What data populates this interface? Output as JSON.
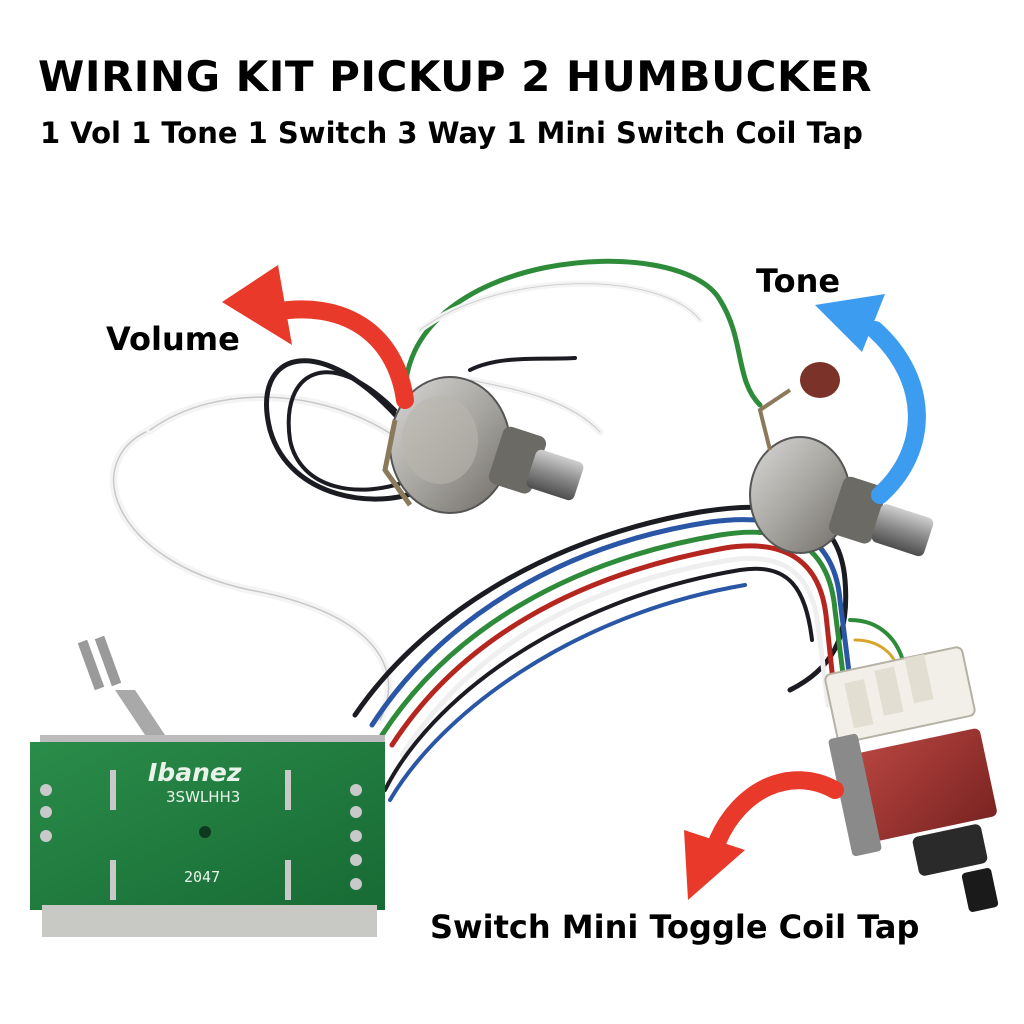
{
  "header": {
    "title": "WIRING KIT PICKUP 2 HUMBUCKER",
    "subtitle": "1 Vol 1 Tone 1 Switch 3 Way 1 Mini Switch Coil Tap"
  },
  "labels": {
    "volume": "Volume",
    "tone": "Tone",
    "switch": "Switch Mini Toggle Coil Tap"
  },
  "pcb": {
    "brand": "Ibanez",
    "model": "3SWLHH3",
    "code": "2047"
  },
  "colors": {
    "arrow_red": "#e8392b",
    "arrow_blue": "#3b9cf0",
    "pcb_green": "#1f7d3f",
    "toggle_red": "#9a2f2b",
    "wire_green": "#2e8b3a",
    "wire_blue": "#2a56a6",
    "wire_red": "#b5261f",
    "wire_black": "#1b1b22",
    "wire_white": "#f2f2f2"
  }
}
